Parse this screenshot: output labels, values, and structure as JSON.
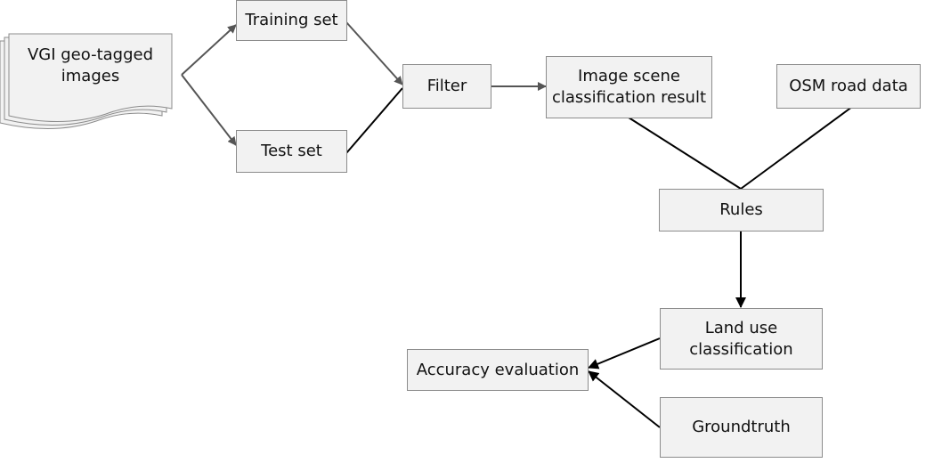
{
  "nodes": {
    "vgi_images": {
      "line1": "VGI geo-tagged",
      "line2": "images"
    },
    "training_set": {
      "label": "Training set"
    },
    "test_set": {
      "label": "Test set"
    },
    "filter": {
      "label": "Filter"
    },
    "scene_result": {
      "line1": "Image scene",
      "line2": "classification result"
    },
    "osm_road": {
      "label": "OSM road data"
    },
    "rules": {
      "label": "Rules"
    },
    "land_use": {
      "line1": "Land use",
      "line2": "classification"
    },
    "accuracy": {
      "label": "Accuracy evaluation"
    },
    "groundtruth": {
      "label": "Groundtruth"
    }
  },
  "edges": [
    {
      "from": "vgi_images",
      "to": "training_set",
      "arrow": true
    },
    {
      "from": "vgi_images",
      "to": "test_set",
      "arrow": true
    },
    {
      "from": "training_set",
      "to": "filter",
      "arrow": true
    },
    {
      "from": "test_set",
      "to": "filter",
      "arrow": false
    },
    {
      "from": "filter",
      "to": "scene_result",
      "arrow": true
    },
    {
      "from": "scene_result",
      "to": "rules",
      "arrow": false
    },
    {
      "from": "osm_road",
      "to": "rules",
      "arrow": false
    },
    {
      "from": "rules",
      "to": "land_use",
      "arrow": true
    },
    {
      "from": "land_use",
      "to": "accuracy",
      "arrow": true
    },
    {
      "from": "groundtruth",
      "to": "accuracy",
      "arrow": true
    }
  ],
  "colors": {
    "box_fill": "#f2f2f2",
    "box_border": "#8c8c8c",
    "edge_gray": "#555555",
    "edge_black": "#000000"
  }
}
